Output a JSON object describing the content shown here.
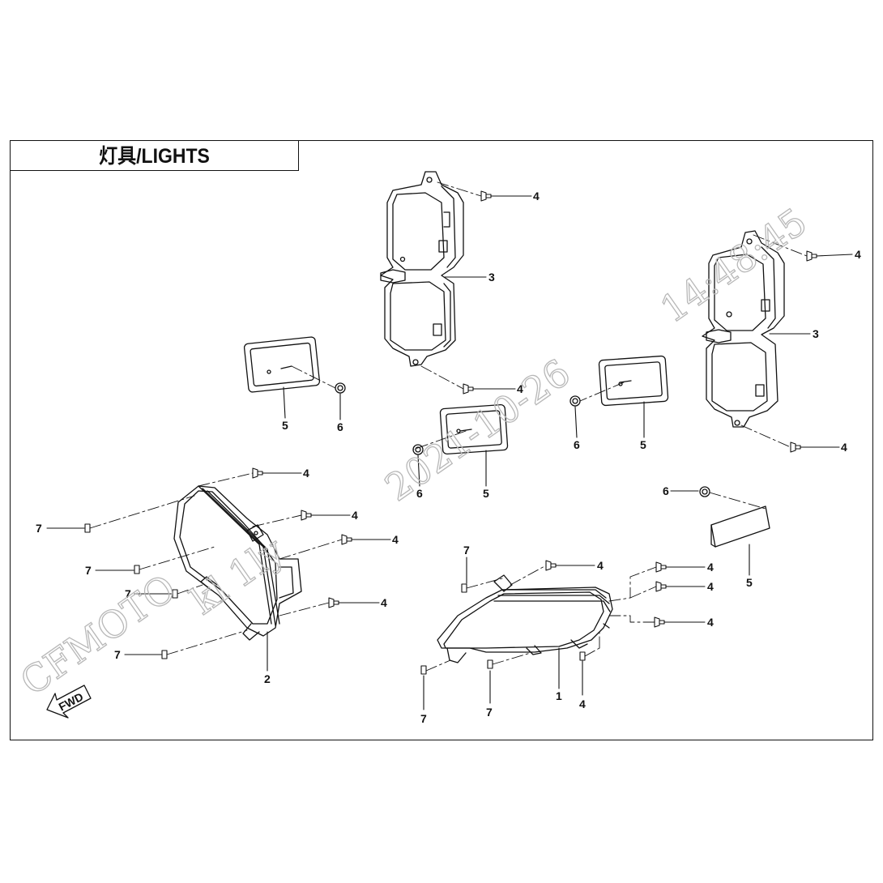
{
  "title": "灯具/LIGHTS",
  "watermark": {
    "brand": "CFMOTO",
    "user": "kl 1ly",
    "date": "2021-10-26",
    "time": "14:48:45"
  },
  "fwd_label": "FWD",
  "callouts": {
    "c1": "1",
    "c2": "2",
    "c3a": "3",
    "c3b": "3",
    "c4a": "4",
    "c4b": "4",
    "c4c": "4",
    "c4d": "4",
    "c4e": "4",
    "c4f": "4",
    "c4g": "4",
    "c4h": "4",
    "c4i": "4",
    "c4j": "4",
    "c4k": "4",
    "c4l": "4",
    "c4m": "4",
    "c5a": "5",
    "c5b": "5",
    "c5c": "5",
    "c5d": "5",
    "c6a": "6",
    "c6b": "6",
    "c6c": "6",
    "c6d": "6",
    "c7a": "7",
    "c7b": "7",
    "c7c": "7",
    "c7d": "7",
    "c7e": "7",
    "c7f": "7",
    "c7g": "7"
  },
  "colors": {
    "line": "#111111",
    "watermark": "#b8b8b8",
    "background": "#ffffff"
  }
}
